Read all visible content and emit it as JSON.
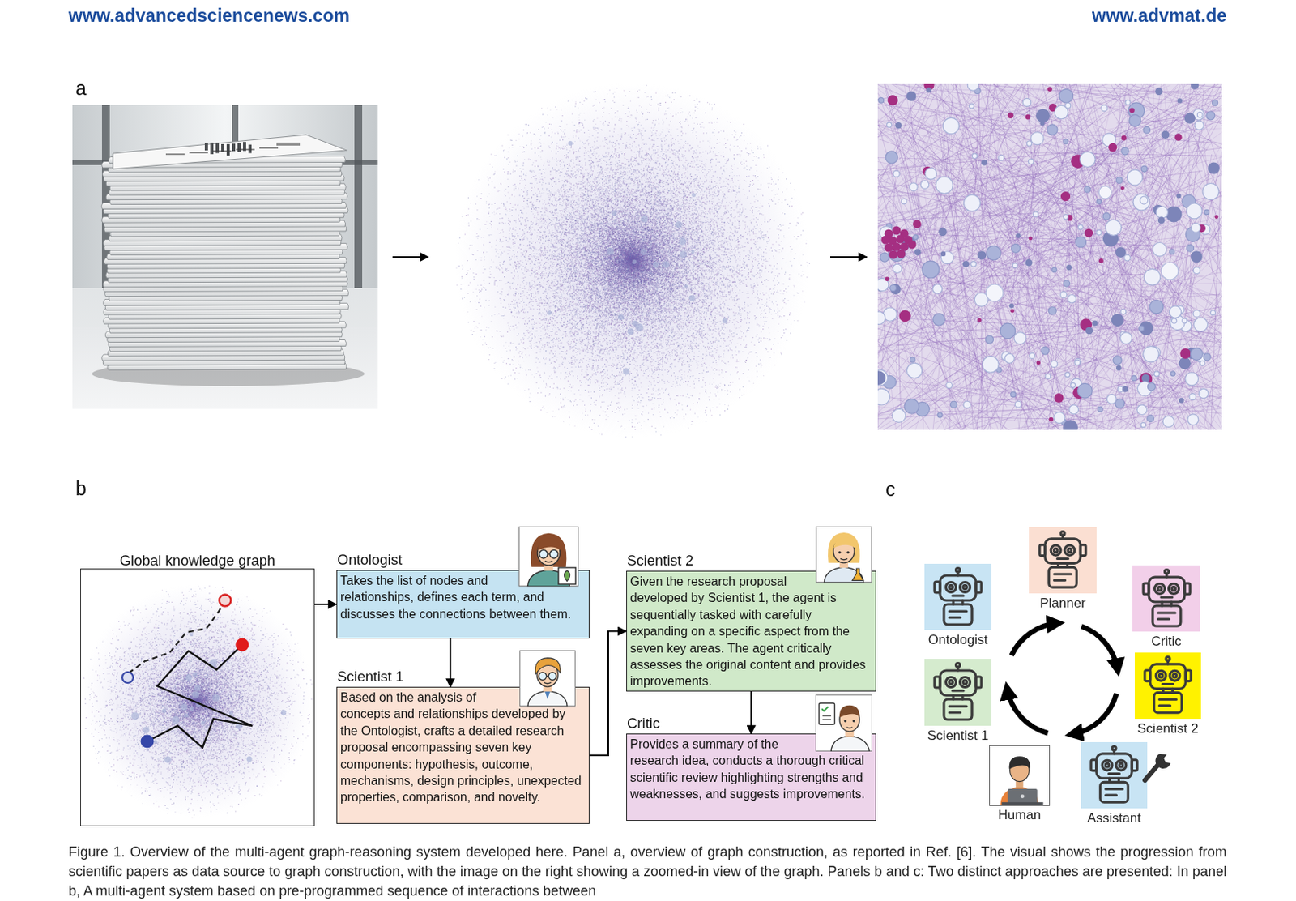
{
  "diagram": {
    "caption": "Figure 1. Overview of the multi-agent graph-reasoning system developed here. Panel a, overview of graph construction, as reported in Ref. [6]. The visual shows the progression from scientific papers as data source to graph construction, with the image on the right showing a zoomed-in view of the graph. Panels b and c: Two distinct approaches are presented: In panel b, A multi-agent system based on pre-programmed sequence of interactions between",
    "nodes": [
      {
        "text": [
          "Global knowledge graph"
        ]
      },
      {
        "text": [
          "Ontologist",
          "Takes the list of nodes and relationships, defines each term, and discusses the connections between them."
        ]
      },
      {
        "text": [
          "Scientist 1",
          "Based on the analysis of concepts and relationships developed by the Ontologist, crafts a detailed research proposal encompassing seven key components: hypothesis, outcome, mechanisms, design principles, unexpected properties, comparison, and novelty."
        ]
      },
      {
        "text": [
          "Scientist 2",
          "Given the research proposal developed by Scientist 1, the agent is sequentially tasked with carefully expanding on a specific aspect from the seven key areas. The agent critically assesses the original content and provides improvements."
        ]
      },
      {
        "text": [
          "Critic",
          "Provides a summary of the research idea, conducts a thorough critical scientific review highlighting strengths and weaknesses, and suggests improvements."
        ]
      },
      {
        "text": [
          "Planner"
        ]
      },
      {
        "text": [
          "Ontologist"
        ]
      },
      {
        "text": [
          "Critic"
        ]
      },
      {
        "text": [
          "Scientist 1"
        ]
      },
      {
        "text": [
          "Scientist 2"
        ]
      },
      {
        "text": [
          "Human"
        ]
      },
      {
        "text": [
          "Assistant"
        ]
      }
    ],
    "edges": [
      {
        "from": 0,
        "to": 1,
        "arrow": "to"
      },
      {
        "from": 1,
        "to": 2,
        "arrow": "to"
      },
      {
        "from": 2,
        "to": 3,
        "arrow": "to"
      },
      {
        "from": 3,
        "to": 4,
        "arrow": "to"
      }
    ],
    "labels": [
      "www.advancedsciencenews.com",
      "www.advmat.de",
      "a",
      "b",
      "c"
    ]
  }
}
